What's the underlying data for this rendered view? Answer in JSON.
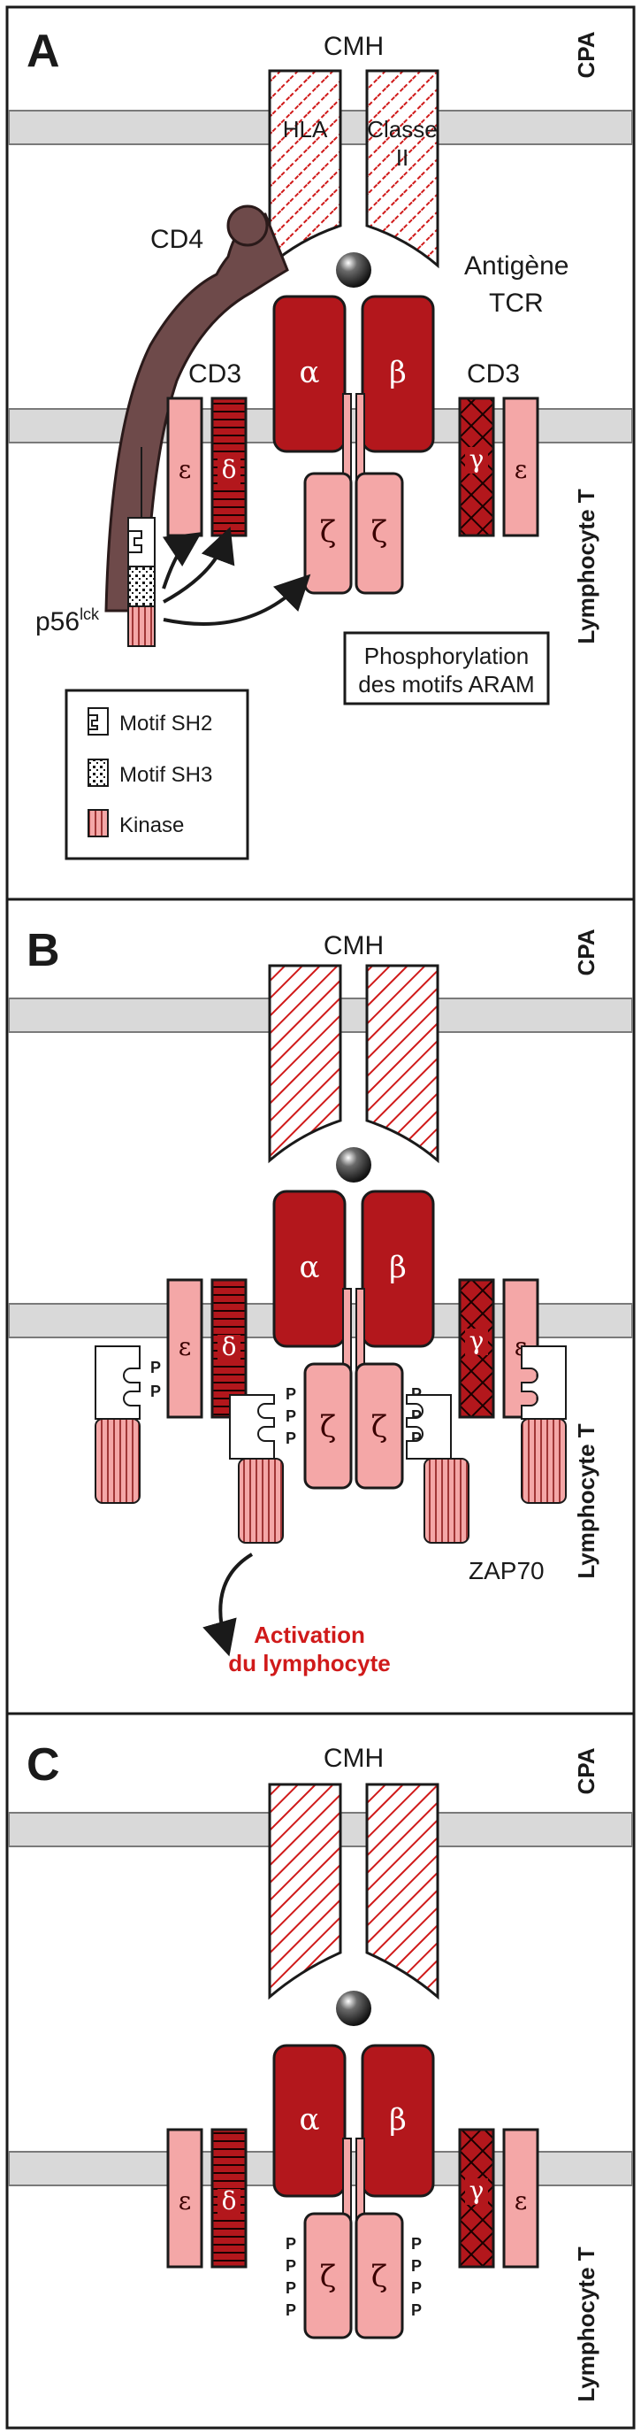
{
  "colors": {
    "dark_red": "#b3171c",
    "light_pink": "#f4a7a7",
    "membrane": "#d9d9d9",
    "cd4": "#6e4a4a",
    "activation_text": "#d01a1a"
  },
  "panels": [
    {
      "letter": "A",
      "top_label": "CMH",
      "cpa_label": "CPA",
      "cell_label": "Lymphocyte T",
      "hla_label": "HLA",
      "classe_label": "Classe",
      "classe_num": "II",
      "cd4_label": "CD4",
      "antigene_label": "Antigène",
      "tcr_label": "TCR",
      "cd3_left": "CD3",
      "cd3_right": "CD3",
      "alpha": "α",
      "beta": "β",
      "epsilon_left": "ε",
      "delta": "δ",
      "gamma": "γ",
      "epsilon_right": "ε",
      "zeta_left": "ζ",
      "zeta_right": "ζ",
      "p56_label": "p56",
      "p56_sup": "lck",
      "phospho_line1": "Phosphorylation",
      "phospho_line2": "des motifs ARAM",
      "legend": [
        {
          "icon": "sh2-motif-icon",
          "label": "Motif SH2"
        },
        {
          "icon": "sh3-motif-icon",
          "label": "Motif SH3"
        },
        {
          "icon": "kinase-icon",
          "label": "Kinase"
        }
      ]
    },
    {
      "letter": "B",
      "top_label": "CMH",
      "cpa_label": "CPA",
      "cell_label": "Lymphocyte T",
      "alpha": "α",
      "beta": "β",
      "epsilon_left": "ε",
      "delta": "δ",
      "gamma": "γ",
      "epsilon_right": "ε",
      "zeta_left": "ζ",
      "zeta_right": "ζ",
      "p": "P",
      "zap70_label": "ZAP70",
      "activation_line1": "Activation",
      "activation_line2": "du lymphocyte"
    },
    {
      "letter": "C",
      "top_label": "CMH",
      "cpa_label": "CPA",
      "cell_label": "Lymphocyte T",
      "alpha": "α",
      "beta": "β",
      "epsilon_left": "ε",
      "delta": "δ",
      "gamma": "γ",
      "epsilon_right": "ε",
      "zeta_left": "ζ",
      "zeta_right": "ζ",
      "p": "P"
    }
  ]
}
